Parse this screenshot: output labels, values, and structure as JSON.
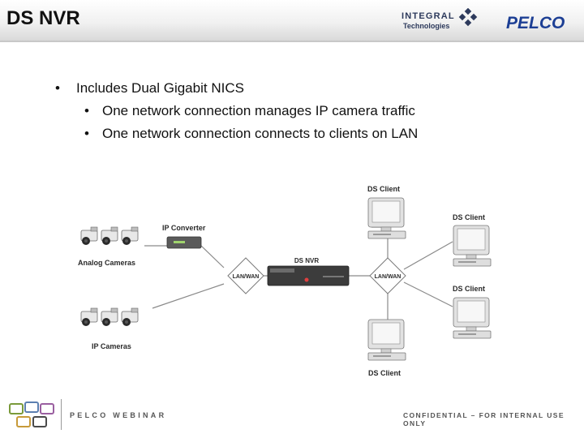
{
  "header": {
    "title": "DS NVR",
    "integral_logo": {
      "line1": "INTEGRAL",
      "line2": "Technologies"
    },
    "pelco_logo": "PELCO"
  },
  "bullets": [
    {
      "level": 1,
      "text": "Includes Dual Gigabit NICS"
    },
    {
      "level": 2,
      "text": "One network connection manages IP camera traffic"
    },
    {
      "level": 2,
      "text": "One network connection connects to clients on LAN"
    }
  ],
  "diagram": {
    "ip_converter": "IP Converter",
    "analog_cameras": "Analog Cameras",
    "ip_cameras": "IP Cameras",
    "lan_wan_left": "LAN/WAN",
    "ds_nvr": "DS NVR",
    "lan_wan_right": "LAN/WAN",
    "clients": [
      "DS Client",
      "DS Client",
      "DS Client",
      "DS Client"
    ]
  },
  "footer": {
    "left": "PELCO WEBINAR",
    "right": "CONFIDENTIAL – FOR INTERNAL USE ONLY"
  },
  "colors": {
    "title": "#111111",
    "pelco_blue": "#1d3f94",
    "integral_navy": "#2d3a5c",
    "line": "#8a8a8a"
  }
}
